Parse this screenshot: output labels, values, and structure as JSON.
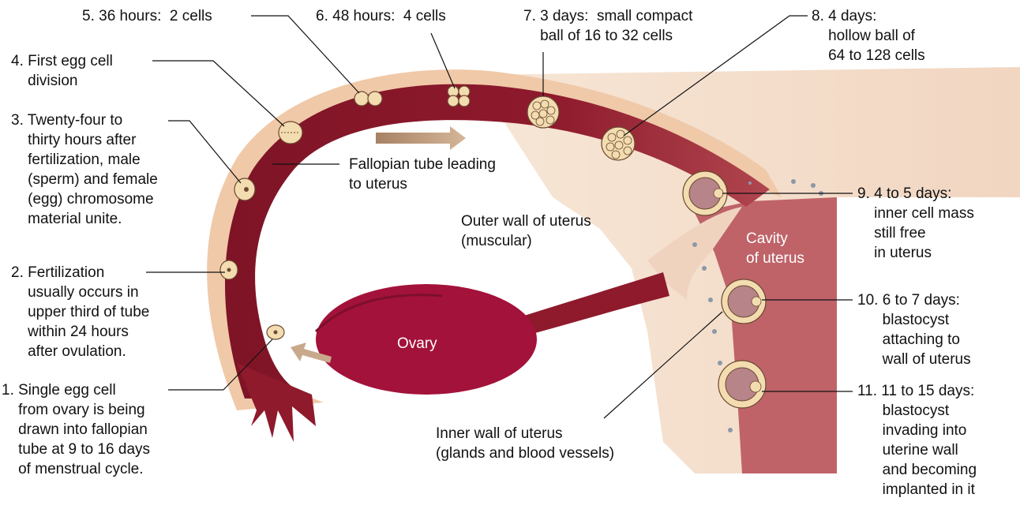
{
  "labels": {
    "step1": "1. Single egg cell\n    from ovary is being\n    drawn into fallopian\n    tube at 9 to 16 days\n    of menstrual cycle.",
    "step2": "2. Fertilization\n    usually occurs in\n    upper third of tube\n    within 24 hours\n    after ovulation.",
    "step3": "3. Twenty-four to\n    thirty hours after\n    fertilization, male\n    (sperm) and female\n    (egg) chromosome\n    material unite.",
    "step4": "4. First egg cell\n    division",
    "step5": "5. 36 hours:  2 cells",
    "step6": "6. 48 hours:  4 cells",
    "step7": "7. 3 days:  small compact\n    ball of 16 to 32 cells",
    "step8": "8. 4 days:\n    hollow ball of\n    64 to 128 cells",
    "step9": "9. 4 to 5 days:\n    inner cell mass\n    still free\n    in uterus",
    "step10": "10. 6 to 7 days:\n      blastocyst\n      attaching to\n      wall of uterus",
    "step11": "11. 11 to 15 days:\n      blastocyst\n      invading into\n      uterine wall\n      and becoming\n      implanted in it",
    "fallopian": "Fallopian tube leading\nto uterus",
    "outer_wall": "Outer wall of uterus\n(muscular)",
    "inner_wall": "Inner wall of uterus\n(glands and blood vessels)",
    "cavity": "Cavity\nof uterus",
    "ovary": "Ovary"
  },
  "colors": {
    "tube": "#8e1a2c",
    "tube_outer": "#f0c9a8",
    "ovary": "#a3123a",
    "uterine_wall": "#f6e1cf",
    "cavity": "#c0656a",
    "cell": "#f3dcb0",
    "arrow": "#b9957a"
  }
}
